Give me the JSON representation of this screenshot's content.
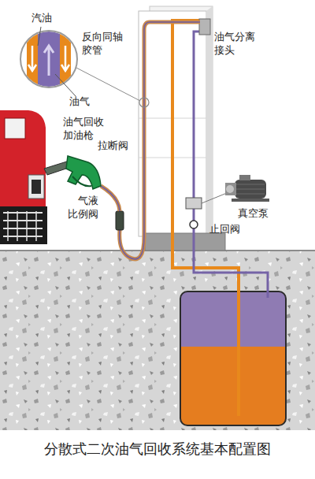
{
  "diagram": {
    "caption": "分散式二次油气回收系统基本配置图",
    "labels": [
      "汽油",
      "反向同轴胶管",
      "油气分离接头",
      "油气",
      "油气回收加油枪",
      "拉断阀",
      "气液比例阀",
      "真空泵",
      "止回阀"
    ]
  }
}
